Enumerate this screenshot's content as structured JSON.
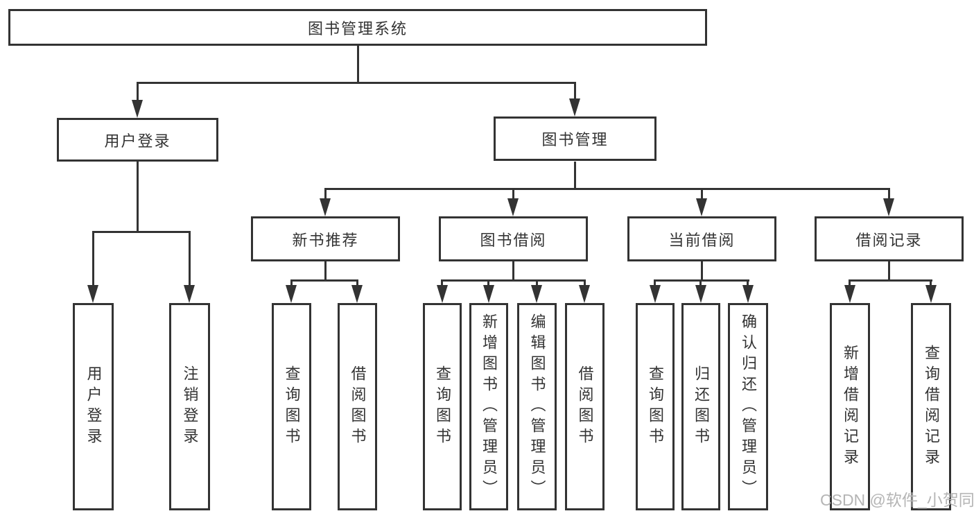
{
  "tree": {
    "root": {
      "label": "图书管理系统"
    },
    "branches": [
      {
        "label": "用户登录",
        "leaves": [
          {
            "label": "用户登录"
          },
          {
            "label": "注销登录"
          }
        ]
      },
      {
        "label": "图书管理",
        "groups": [
          {
            "label": "新书推荐",
            "leaves": [
              {
                "label": "查询图书"
              },
              {
                "label": "借阅图书"
              }
            ]
          },
          {
            "label": "图书借阅",
            "leaves": [
              {
                "label": "查询图书"
              },
              {
                "label": "新增图书（管理员）"
              },
              {
                "label": "编辑图书（管理员）"
              },
              {
                "label": "借阅图书"
              }
            ]
          },
          {
            "label": "当前借阅",
            "leaves": [
              {
                "label": "查询图书"
              },
              {
                "label": "归还图书"
              },
              {
                "label": "确认归还（管理员）"
              }
            ]
          },
          {
            "label": "借阅记录",
            "leaves": [
              {
                "label": "新增借阅记录"
              },
              {
                "label": "查询借阅记录"
              }
            ]
          }
        ]
      }
    ]
  },
  "watermark": {
    "text": "CSDN @软件_小贺同学",
    "color": "#b5b5b5"
  },
  "colors": {
    "line": "#333333",
    "text": "#333333",
    "box_background": "#ffffff",
    "page_background": "#ffffff"
  }
}
